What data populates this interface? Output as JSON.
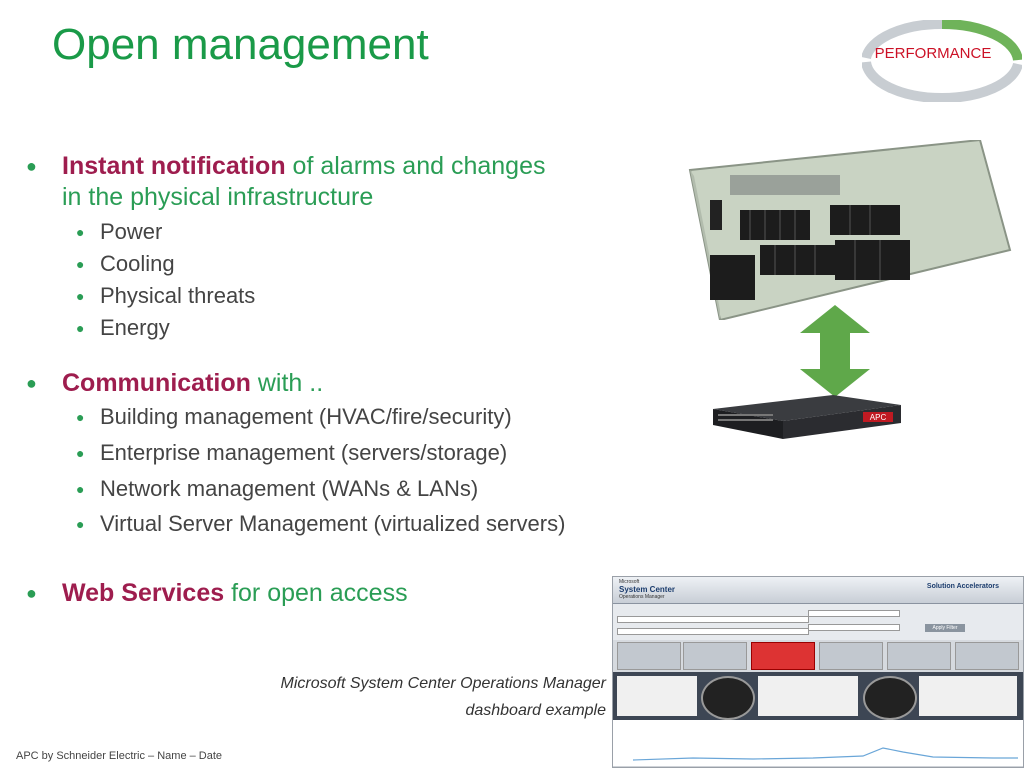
{
  "title": "Open management",
  "badge": {
    "label": "PERFORMANCE"
  },
  "bullets": [
    {
      "highlight": "Instant notification",
      "rest": " of alarms and changes",
      "rest2": "in the physical infrastructure",
      "subitems": [
        "Power",
        "Cooling",
        "Physical threats",
        "Energy"
      ]
    },
    {
      "highlight": "Communication",
      "rest": " with ..",
      "subitems": [
        "Building management (HVAC/fire/security)",
        "Enterprise management (servers/storage)",
        "Network management (WANs & LANs)",
        "Virtual Server Management (virtualized servers)"
      ]
    },
    {
      "highlight": "Web Services",
      "rest": " for open access"
    }
  ],
  "caption": {
    "line1": "Microsoft System Center Operations Manager",
    "line2": "dashboard example"
  },
  "footer": "APC by Schneider Electric – Name – Date",
  "dashboard": {
    "product_small": "Microsoft",
    "product": "System Center",
    "product_sub": "Operations Manager",
    "accelerator": "Solution Accelerators",
    "apply_button": "Apply Filter"
  },
  "server_brand": "APC",
  "colors": {
    "title_green": "#1a9a48",
    "highlight": "#9e1d4e",
    "body_green": "#2a9d55",
    "badge_red": "#cc1126",
    "arrow_green": "#5fa84a"
  }
}
